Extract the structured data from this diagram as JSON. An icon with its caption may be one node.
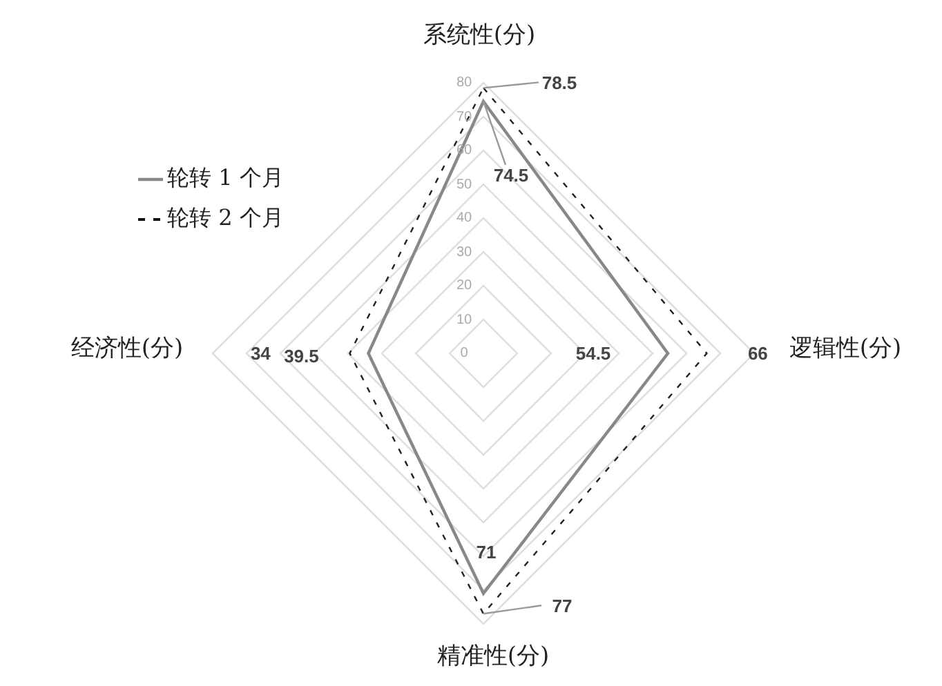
{
  "diagram": {
    "nodes": [
      {
        "text": [
          "78.5"
        ]
      },
      {
        "text": [
          "74.5"
        ]
      },
      {
        "text": [
          "77"
        ]
      }
    ],
    "edges": [
      {
        "from": 0,
        "to": null,
        "arrow": "none"
      },
      {
        "from": 1,
        "to": null,
        "arrow": "none"
      },
      {
        "from": 2,
        "to": null,
        "arrow": "none"
      }
    ],
    "labels": [
      "系统性(分)",
      "80",
      "70",
      "60",
      "50",
      "40",
      "30",
      "20",
      "10",
      "经济性(分)",
      "39.5",
      "34",
      "0",
      "54.5",
      "66",
      "逻辑性(分)",
      "71",
      "精准性(分)"
    ],
    "legend": [
      {
        "text": "轮转 1 个月"
      },
      {
        "text": "轮转 2 个月"
      }
    ]
  }
}
